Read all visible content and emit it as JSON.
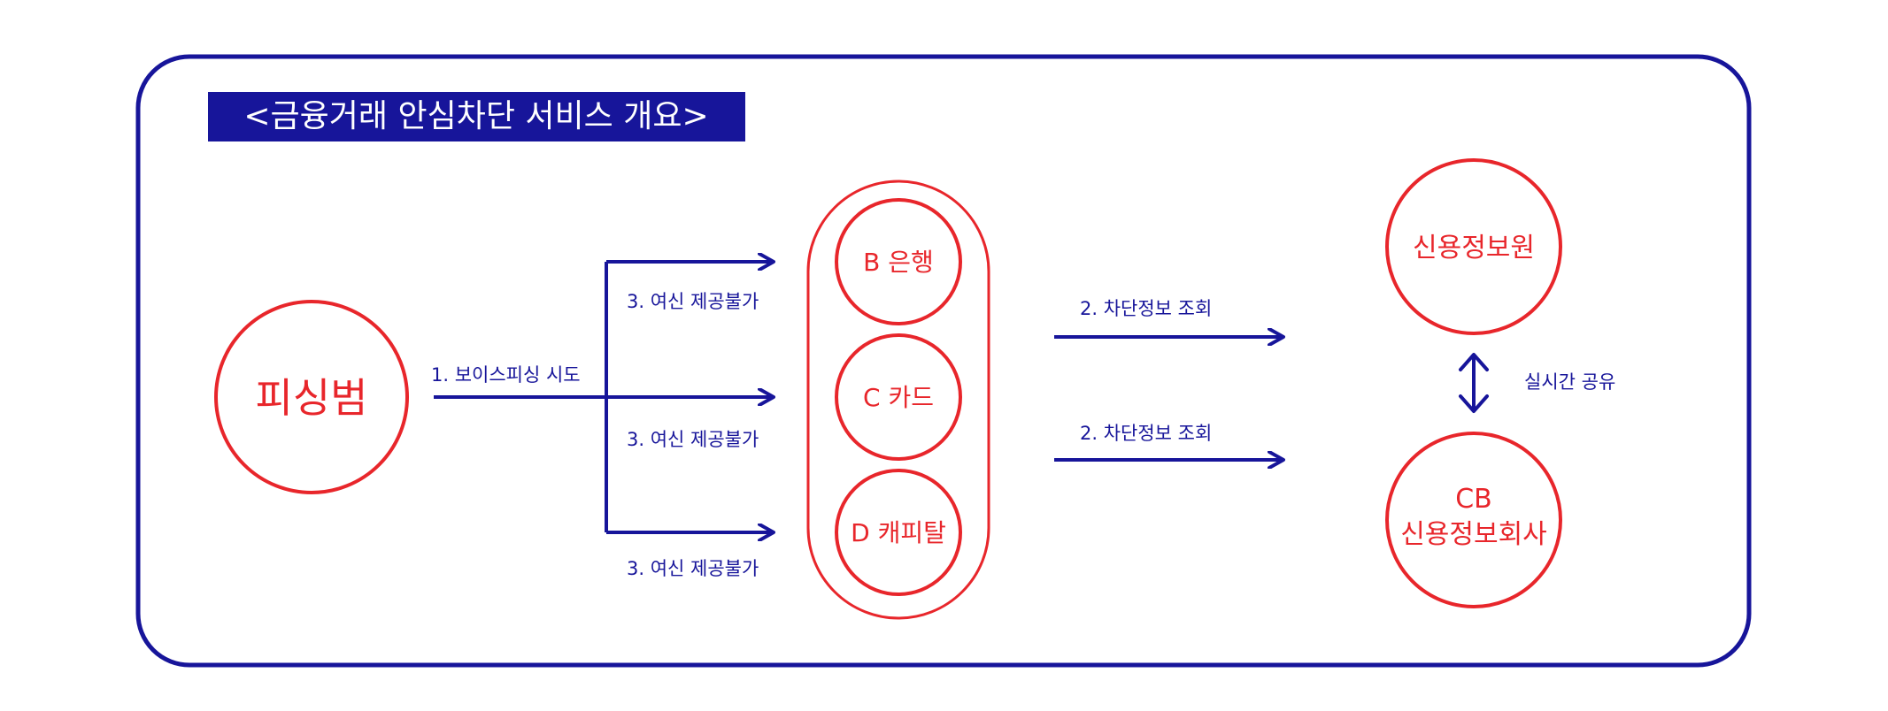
{
  "title": "<금융거래 안심차단 서비스 개요>",
  "colors": {
    "navy": "#17159a",
    "red": "#e8262b",
    "white": "#ffffff"
  },
  "nodes": {
    "criminal": "피싱범",
    "bank_b": "B 은행",
    "card_c": "C 카드",
    "capital_d": "D 캐피탈",
    "credit_info_agency": "신용정보원",
    "cb_line1": "CB",
    "cb_line2": "신용정보회사"
  },
  "edges": {
    "attempt": "1. 보이스피싱 시도",
    "deny_credit_1": "3. 여신 제공불가",
    "deny_credit_2": "3. 여신 제공불가",
    "deny_credit_3": "3. 여신 제공불가",
    "block_query_1": "2. 차단정보 조회",
    "block_query_2": "2. 차단정보 조회",
    "realtime_share": "실시간 공유"
  }
}
